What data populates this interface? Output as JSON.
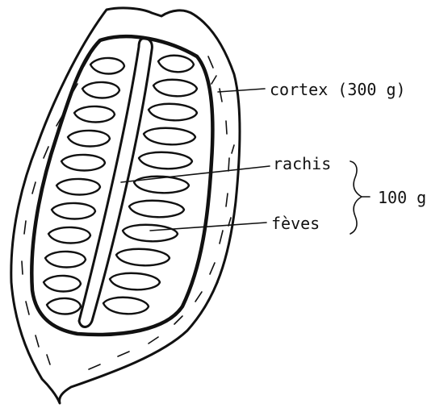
{
  "diagram": {
    "labels": {
      "cortex": "cortex (300 g)",
      "rachis": "rachis",
      "beans": "fèves",
      "combined_weight": "100 g"
    },
    "colors": {
      "ink": "#111111",
      "paper": "#ffffff"
    }
  }
}
